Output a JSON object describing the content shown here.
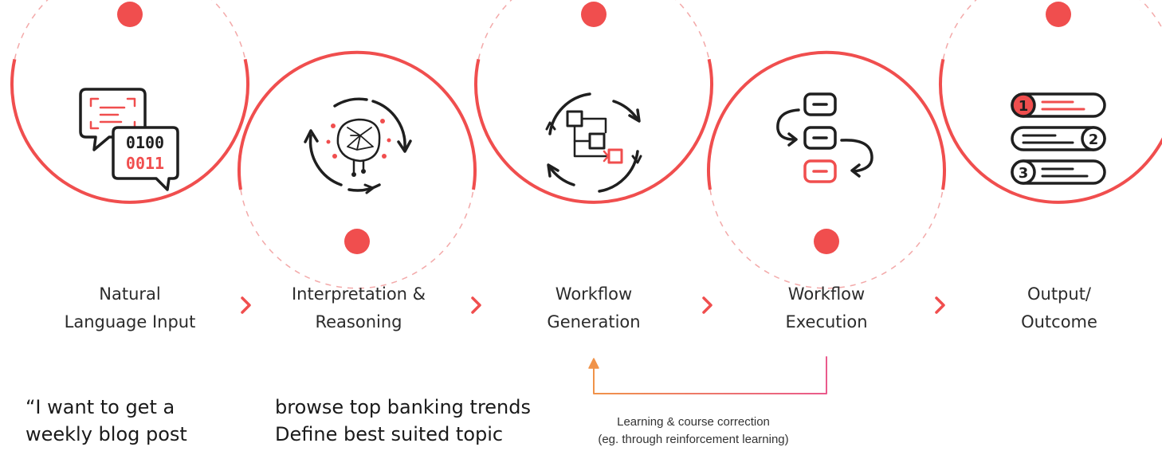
{
  "stages": [
    {
      "line1": "Natural",
      "line2": "Language Input",
      "icon": "chat-binary-icon"
    },
    {
      "line1": "Interpretation &",
      "line2": "Reasoning",
      "icon": "brain-network-icon"
    },
    {
      "line1": "Workflow",
      "line2": "Generation",
      "icon": "flowchart-cycle-icon"
    },
    {
      "line1": "Workflow",
      "line2": "Execution",
      "icon": "execution-steps-icon"
    },
    {
      "line1": "Output/",
      "line2": "Outcome",
      "icon": "ranked-list-icon"
    }
  ],
  "examples": {
    "input_lines": [
      "“I want to get a",
      "weekly blog post"
    ],
    "reasoning_lines": [
      "browse top banking trends",
      "Define best suited topic"
    ]
  },
  "feedback": {
    "line1": "Learning & course correction",
    "line2": "(eg. through reinforcement learning)"
  },
  "ranked_numbers": [
    "1",
    "2",
    "3"
  ],
  "colors": {
    "accent": "#f04e4e",
    "icon_stroke": "#1f1f1f",
    "dashed": "#f3a9a9",
    "arrow_orange": "#f0934a",
    "arrow_pink": "#ea5a8c"
  }
}
